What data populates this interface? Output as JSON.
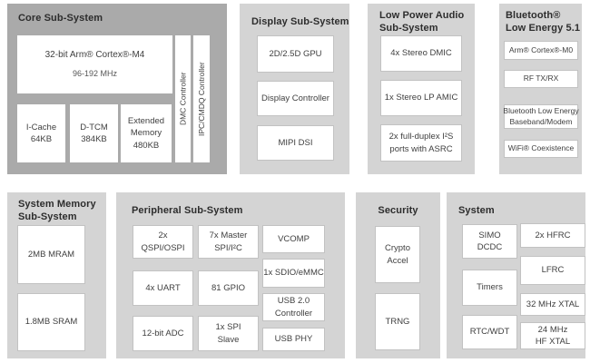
{
  "colors": {
    "core_section_bg": "#aaaaaa",
    "section_bg": "#d4d4d4",
    "block_bg": "#ffffff",
    "block_border": "#c2c2c2",
    "title_text": "#2d2d2d",
    "block_text": "#404040"
  },
  "core": {
    "title": "Core Sub-System",
    "cpu_name": "32-bit Arm® Cortex®-M4",
    "cpu_freq": "96-192 MHz",
    "icache": "I-Cache\n64KB",
    "dtcm": "D-TCM\n384KB",
    "extended_memory": "Extended\nMemory\n480KB",
    "dmc": "DMC Controller",
    "ipc": "IPC/CMDQ Controller"
  },
  "display": {
    "title": "Display Sub-System",
    "blocks": [
      "2D/2.5D GPU",
      "Display Controller",
      "MIPI DSI"
    ]
  },
  "audio": {
    "title": "Low Power Audio\nSub-System",
    "blocks": [
      "4x Stereo DMIC",
      "1x Stereo LP AMIC",
      "2x full-duplex I²S\nports with ASRC"
    ]
  },
  "bluetooth": {
    "title": "Bluetooth®\nLow Energy 5.1",
    "blocks": [
      "Arm® Cortex®-M0",
      "RF TX/RX",
      "Bluetooth Low Energy\nBaseband/Modem",
      "WiFi® Coexistence"
    ]
  },
  "system_memory": {
    "title": "System Memory\nSub-System",
    "blocks": [
      "2MB MRAM",
      "1.8MB SRAM"
    ]
  },
  "peripheral": {
    "title": "Peripheral Sub-System",
    "col1": [
      "2x\nQSPI/OSPI",
      "4x UART",
      "12-bit ADC"
    ],
    "col2": [
      "7x Master\nSPI/I²C",
      "81 GPIO",
      "1x SPI\nSlave"
    ],
    "col3": [
      "VCOMP",
      "1x SDIO/eMMC",
      "USB 2.0\nController",
      "USB PHY"
    ]
  },
  "security": {
    "title": "Security",
    "blocks": [
      "Crypto\nAccel",
      "TRNG"
    ]
  },
  "system": {
    "title": "System",
    "col1": [
      "SIMO\nDCDC",
      "Timers",
      "RTC/WDT"
    ],
    "col2": [
      "2x HFRC",
      "LFRC",
      "32 MHz XTAL",
      "24 MHz\nHF XTAL"
    ]
  }
}
